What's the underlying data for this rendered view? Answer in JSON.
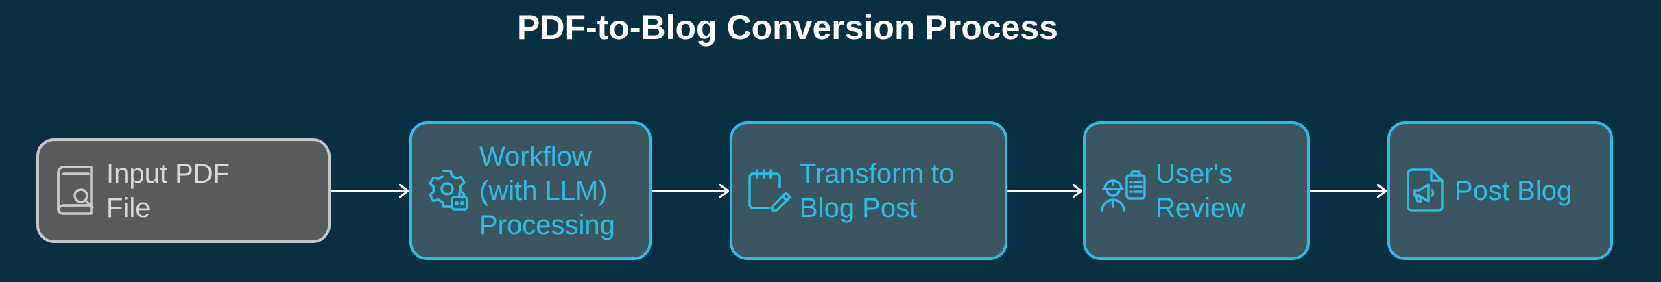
{
  "title": "PDF-to-Blog Conversion Process",
  "nodes": [
    {
      "id": "input-pdf",
      "label": "Input PDF\nFile",
      "icon": "book-search-icon",
      "style": "input"
    },
    {
      "id": "workflow",
      "label": "Workflow\n(with LLM)\nProcessing",
      "icon": "gear-robot-icon",
      "style": "step"
    },
    {
      "id": "transform",
      "label": "Transform to\nBlog Post",
      "icon": "notepad-pencil-icon",
      "style": "step"
    },
    {
      "id": "review",
      "label": "User's\nReview",
      "icon": "worker-clipboard-icon",
      "style": "step"
    },
    {
      "id": "post",
      "label": "Post Blog",
      "icon": "megaphone-document-icon",
      "style": "step"
    }
  ],
  "edges": [
    {
      "from": "input-pdf",
      "to": "workflow"
    },
    {
      "from": "workflow",
      "to": "transform"
    },
    {
      "from": "transform",
      "to": "review"
    },
    {
      "from": "review",
      "to": "post"
    }
  ],
  "colors": {
    "background": "#083042",
    "title": "#ffffff",
    "input_fill": "#5a5a5a",
    "input_border": "#c5c5c5",
    "input_text": "#d8d8d8",
    "step_fill": "#3b5660",
    "step_border": "#2bbde8",
    "step_text": "#2bbde8",
    "edge": "#ffffff"
  }
}
